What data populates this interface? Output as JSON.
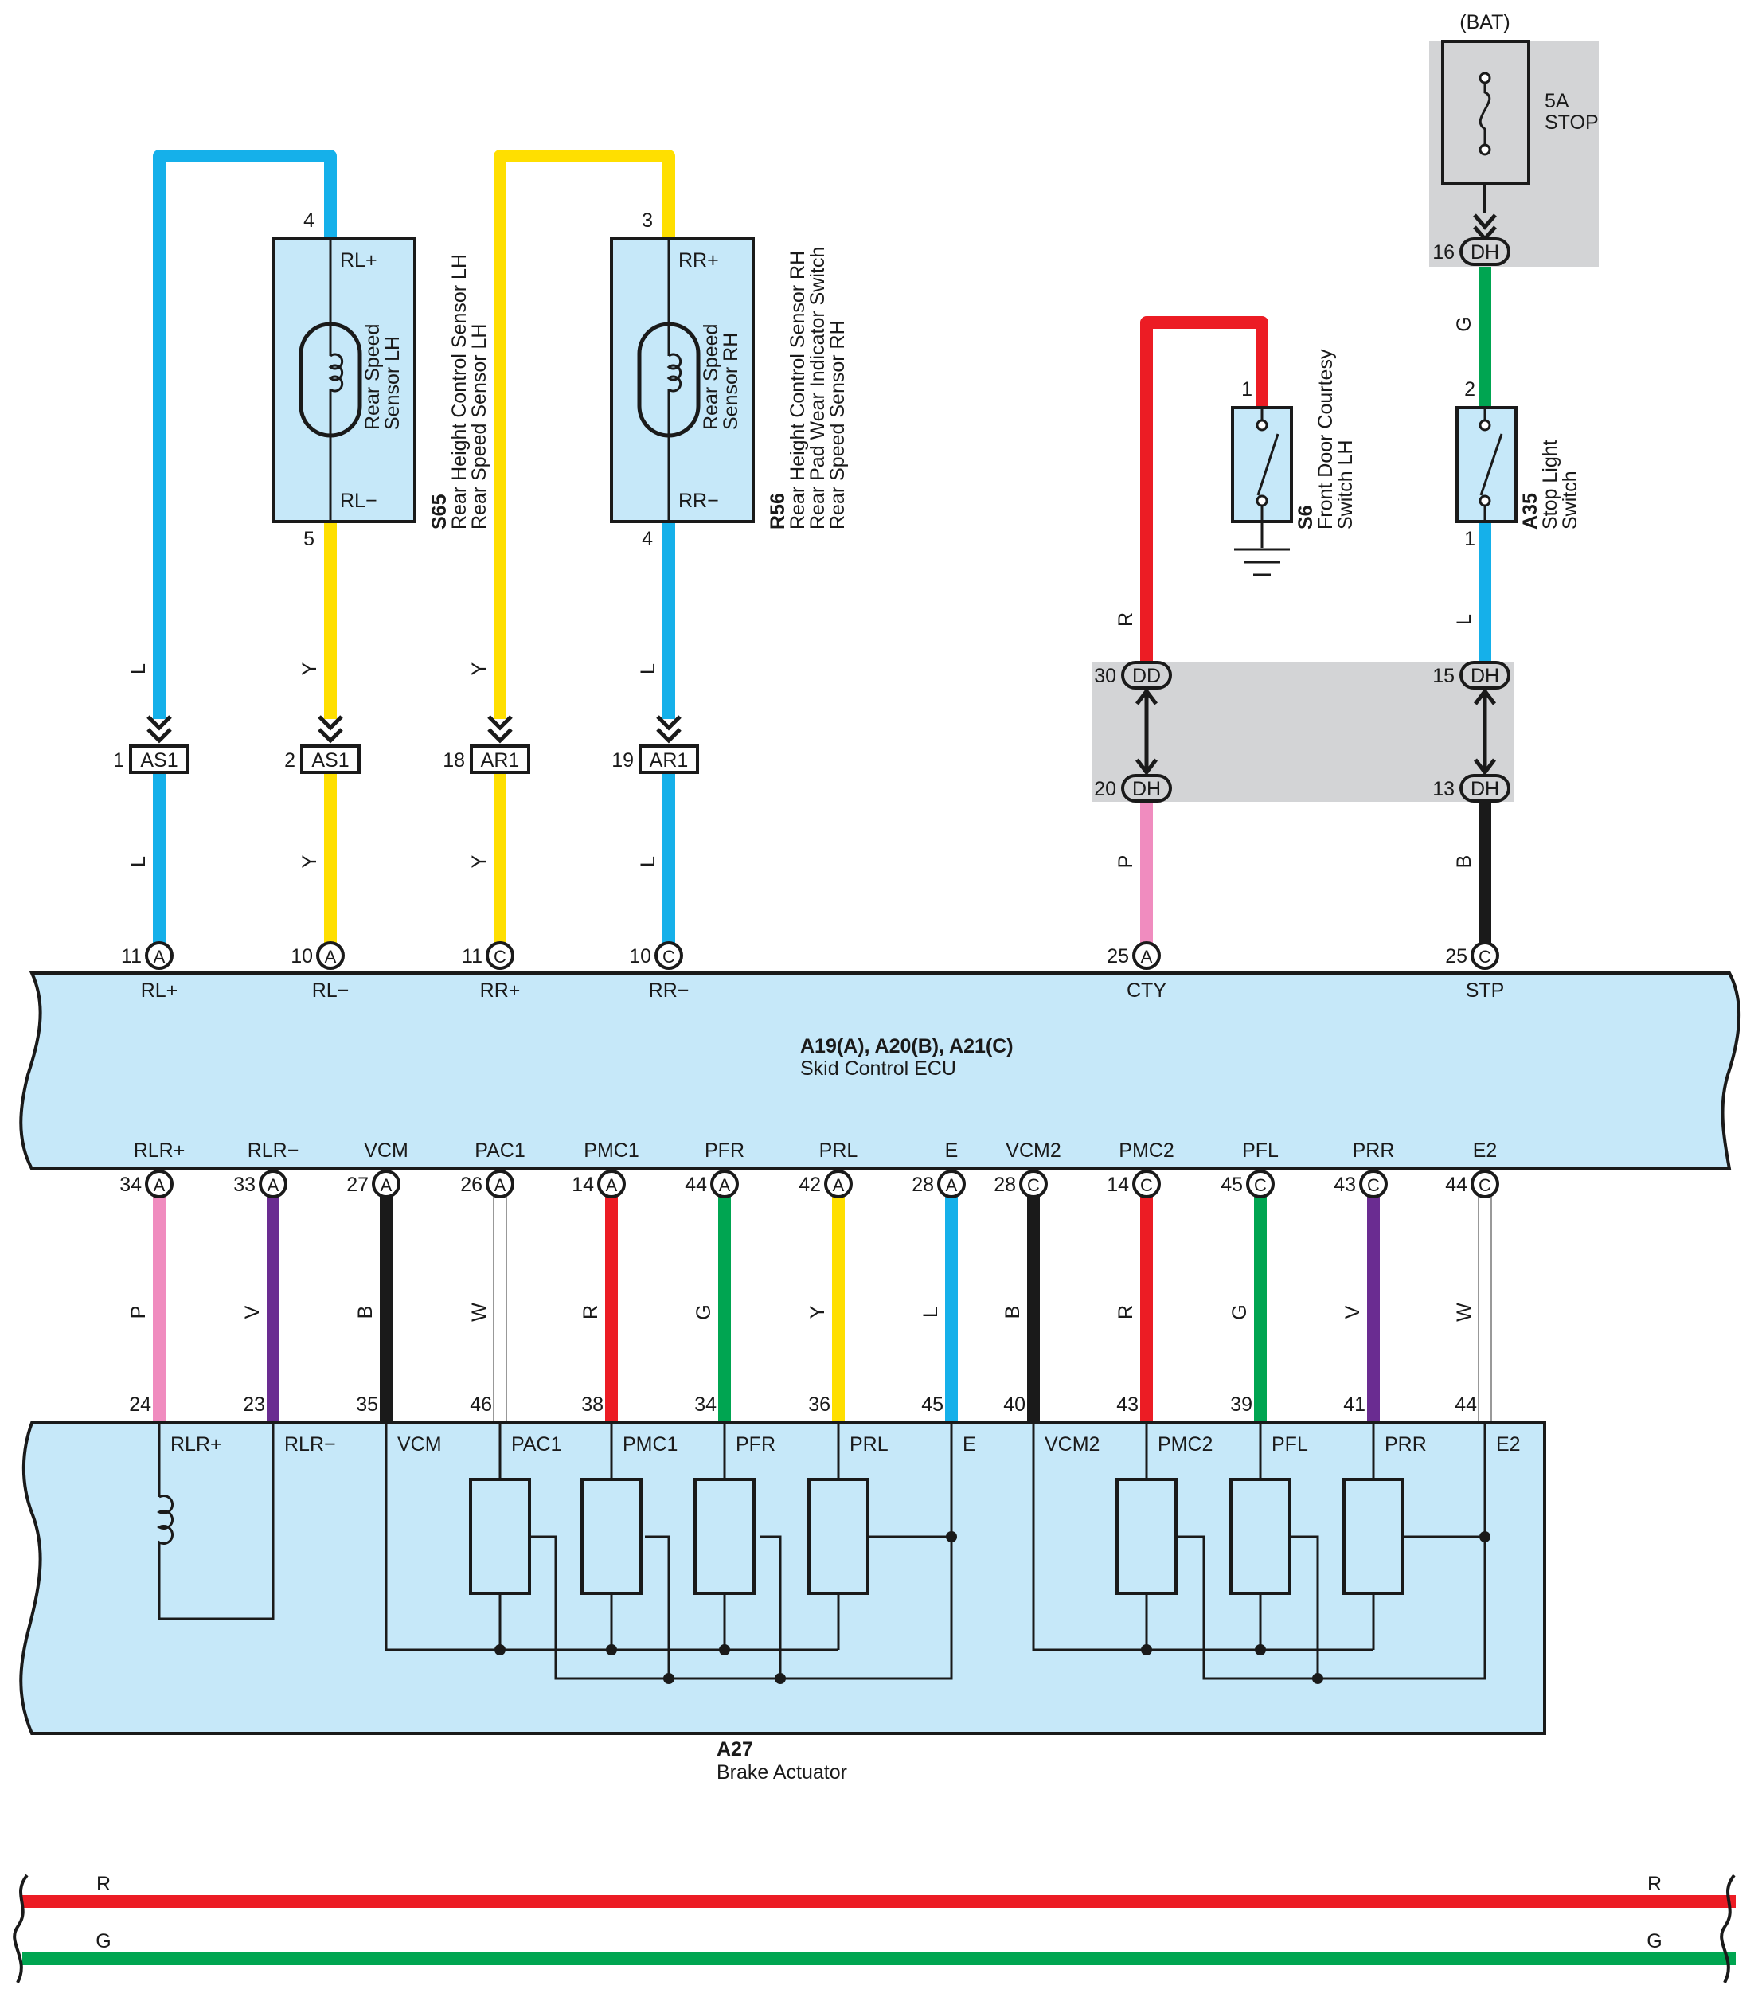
{
  "colors": {
    "L": "#15b0ea",
    "Y": "#ffdf00",
    "R": "#ec1c24",
    "G": "#00a551",
    "B": "#1a1a1a",
    "P": "#f08cbf",
    "V": "#6a2c91",
    "W": "#ffffff",
    "box": "#c6e8f9",
    "grey": "#d3d4d6"
  },
  "fuse": {
    "source": "(BAT)",
    "rating": "5A",
    "name": "STOP"
  },
  "sensors": [
    {
      "code": "S65",
      "line1": "Rear Height Control Sensor LH",
      "line2": "Rear Speed Sensor LH",
      "line3": "",
      "inner1": "Rear Speed",
      "inner2": "Sensor LH",
      "top_pin": "4",
      "bottom_pin": "5",
      "top_term": "RL+",
      "bottom_term": "RL−"
    },
    {
      "code": "R56",
      "line1": "Rear Height Control Sensor RH",
      "line2": "Rear Pad Wear Indicator Switch",
      "line3": "Rear Speed Sensor RH",
      "inner1": "Rear Speed",
      "inner2": "Sensor RH",
      "top_pin": "3",
      "bottom_pin": "4",
      "top_term": "RR+",
      "bottom_term": "RR−"
    }
  ],
  "switches": [
    {
      "code": "S6",
      "line1": "Front Door Courtesy",
      "line2": "Switch LH",
      "top_pin": "1"
    },
    {
      "code": "A35",
      "line1": "Stop Light",
      "line2": "Switch",
      "top_pin": "2",
      "bottom_pin": "1"
    }
  ],
  "junction_conns": [
    {
      "pin": "1",
      "name": "AS1"
    },
    {
      "pin": "2",
      "name": "AS1"
    },
    {
      "pin": "18",
      "name": "AR1"
    },
    {
      "pin": "19",
      "name": "AR1"
    }
  ],
  "gray_conns": [
    {
      "pin": "16",
      "name": "DH"
    },
    {
      "pin": "30",
      "name": "DD"
    },
    {
      "pin": "20",
      "name": "DH"
    },
    {
      "pin": "15",
      "name": "DH"
    },
    {
      "pin": "13",
      "name": "DH"
    }
  ],
  "ecu": {
    "name_line1": "A19(A), A20(B), A21(C)",
    "name_line2": "Skid Control ECU",
    "top_pins": [
      {
        "num": "11",
        "conn": "A",
        "term": "RL+"
      },
      {
        "num": "10",
        "conn": "A",
        "term": "RL−"
      },
      {
        "num": "11",
        "conn": "C",
        "term": "RR+"
      },
      {
        "num": "10",
        "conn": "C",
        "term": "RR−"
      },
      {
        "num": "25",
        "conn": "A",
        "term": "CTY"
      },
      {
        "num": "25",
        "conn": "C",
        "term": "STP"
      }
    ],
    "bottom_pins": [
      {
        "num": "34",
        "conn": "A",
        "term": "RLR+"
      },
      {
        "num": "33",
        "conn": "A",
        "term": "RLR−"
      },
      {
        "num": "27",
        "conn": "A",
        "term": "VCM"
      },
      {
        "num": "26",
        "conn": "A",
        "term": "PAC1"
      },
      {
        "num": "14",
        "conn": "A",
        "term": "PMC1"
      },
      {
        "num": "44",
        "conn": "A",
        "term": "PFR"
      },
      {
        "num": "42",
        "conn": "A",
        "term": "PRL"
      },
      {
        "num": "28",
        "conn": "A",
        "term": "E"
      },
      {
        "num": "28",
        "conn": "C",
        "term": "VCM2"
      },
      {
        "num": "14",
        "conn": "C",
        "term": "PMC2"
      },
      {
        "num": "45",
        "conn": "C",
        "term": "PFL"
      },
      {
        "num": "43",
        "conn": "C",
        "term": "PRR"
      },
      {
        "num": "44",
        "conn": "C",
        "term": "E2"
      }
    ]
  },
  "actuator": {
    "name_line1": "A27",
    "name_line2": "Brake Actuator",
    "pins": [
      "24",
      "23",
      "35",
      "46",
      "38",
      "34",
      "36",
      "45",
      "40",
      "43",
      "39",
      "41",
      "44"
    ],
    "terms": [
      "RLR+",
      "RLR−",
      "VCM",
      "PAC1",
      "PMC1",
      "PFR",
      "PRL",
      "E",
      "VCM2",
      "PMC2",
      "PFL",
      "PRR",
      "E2"
    ]
  },
  "wire_labels": {
    "upper": [
      "L",
      "Y",
      "Y",
      "L"
    ],
    "lower": [
      "L",
      "Y",
      "Y",
      "L"
    ],
    "right": [
      "R",
      "G",
      "L",
      "P",
      "B"
    ],
    "bottom": [
      "P",
      "V",
      "B",
      "W",
      "R",
      "G",
      "Y",
      "L",
      "B",
      "R",
      "G",
      "V",
      "W"
    ]
  },
  "buses": [
    {
      "label_left": "R",
      "label_right": "R"
    },
    {
      "label_left": "G",
      "label_right": "G"
    }
  ]
}
